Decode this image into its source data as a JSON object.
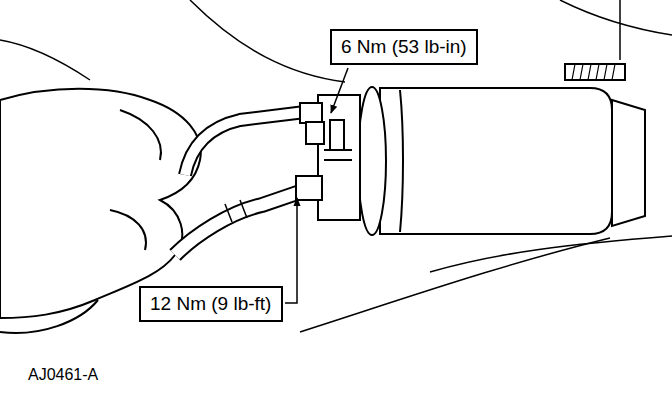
{
  "diagram": {
    "nodes": [
      {
        "text": [
          "6 Nm (53 lb-in)"
        ]
      },
      {
        "text": [
          "12 Nm (9 lb-ft)"
        ]
      }
    ],
    "labels": [
      "AJ0461-A"
    ]
  }
}
